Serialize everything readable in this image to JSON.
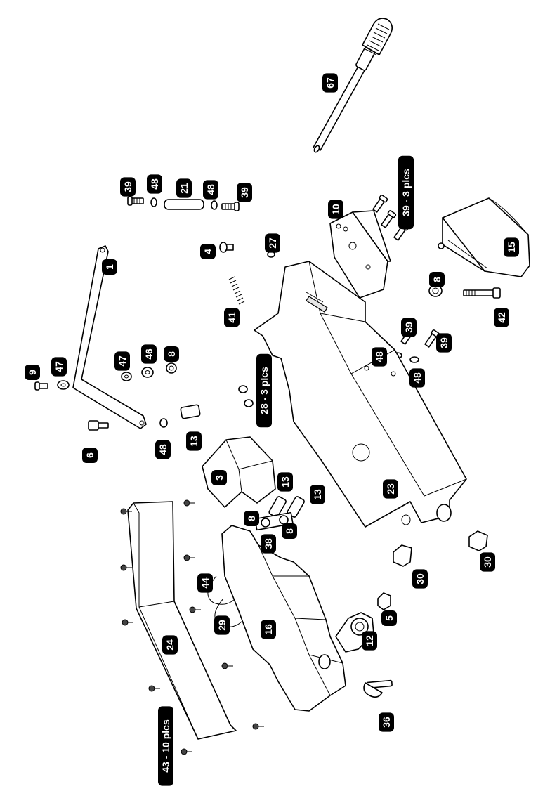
{
  "diagram": {
    "callouts": [
      {
        "id": "c67",
        "label": "67"
      },
      {
        "id": "c39a",
        "label": "39"
      },
      {
        "id": "c48a",
        "label": "48"
      },
      {
        "id": "c21",
        "label": "21"
      },
      {
        "id": "c48b",
        "label": "48"
      },
      {
        "id": "c39b",
        "label": "39"
      },
      {
        "id": "c10",
        "label": "10"
      },
      {
        "id": "c39c",
        "label": "39 - 3 plcs"
      },
      {
        "id": "c4",
        "label": "4"
      },
      {
        "id": "c27",
        "label": "27"
      },
      {
        "id": "c1",
        "label": "1"
      },
      {
        "id": "c15",
        "label": "15"
      },
      {
        "id": "c8a",
        "label": "8"
      },
      {
        "id": "c41",
        "label": "41"
      },
      {
        "id": "c42",
        "label": "42"
      },
      {
        "id": "c39d",
        "label": "39"
      },
      {
        "id": "c39e",
        "label": "39"
      },
      {
        "id": "c48c",
        "label": "48"
      },
      {
        "id": "c48d",
        "label": "48"
      },
      {
        "id": "c9",
        "label": "9"
      },
      {
        "id": "c47a",
        "label": "47"
      },
      {
        "id": "c47b",
        "label": "47"
      },
      {
        "id": "c46",
        "label": "46"
      },
      {
        "id": "c8b",
        "label": "8"
      },
      {
        "id": "c28",
        "label": "28 - 3 plcs"
      },
      {
        "id": "c6",
        "label": "6"
      },
      {
        "id": "c48e",
        "label": "48"
      },
      {
        "id": "c13a",
        "label": "13"
      },
      {
        "id": "c3",
        "label": "3"
      },
      {
        "id": "c13b",
        "label": "13"
      },
      {
        "id": "c13c",
        "label": "13"
      },
      {
        "id": "c23",
        "label": "23"
      },
      {
        "id": "c8c",
        "label": "8"
      },
      {
        "id": "c38",
        "label": "38"
      },
      {
        "id": "c8d",
        "label": "8"
      },
      {
        "id": "c30a",
        "label": "30"
      },
      {
        "id": "c30b",
        "label": "30"
      },
      {
        "id": "c44",
        "label": "44"
      },
      {
        "id": "c29",
        "label": "29"
      },
      {
        "id": "c16",
        "label": "16"
      },
      {
        "id": "c5",
        "label": "5"
      },
      {
        "id": "c12",
        "label": "12"
      },
      {
        "id": "c24",
        "label": "24"
      },
      {
        "id": "c36",
        "label": "36"
      },
      {
        "id": "c43",
        "label": "43 - 10 plcs"
      }
    ]
  }
}
